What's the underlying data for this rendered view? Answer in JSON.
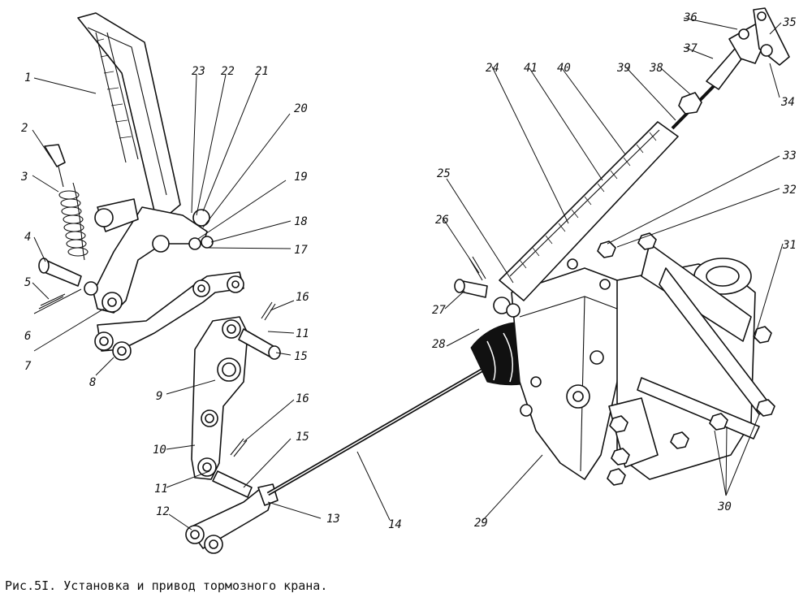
{
  "caption": "Рис.5I. Установка и привод тормозного крана.",
  "callouts": [
    "1",
    "2",
    "3",
    "4",
    "5",
    "6",
    "7",
    "8",
    "9",
    "10",
    "11",
    "11",
    "12",
    "13",
    "14",
    "15",
    "15",
    "16",
    "16",
    "17",
    "18",
    "19",
    "20",
    "21",
    "22",
    "23",
    "24",
    "25",
    "26",
    "27",
    "28",
    "29",
    "30",
    "31",
    "32",
    "33",
    "34",
    "35",
    "36",
    "37",
    "38",
    "39",
    "40",
    "41"
  ]
}
